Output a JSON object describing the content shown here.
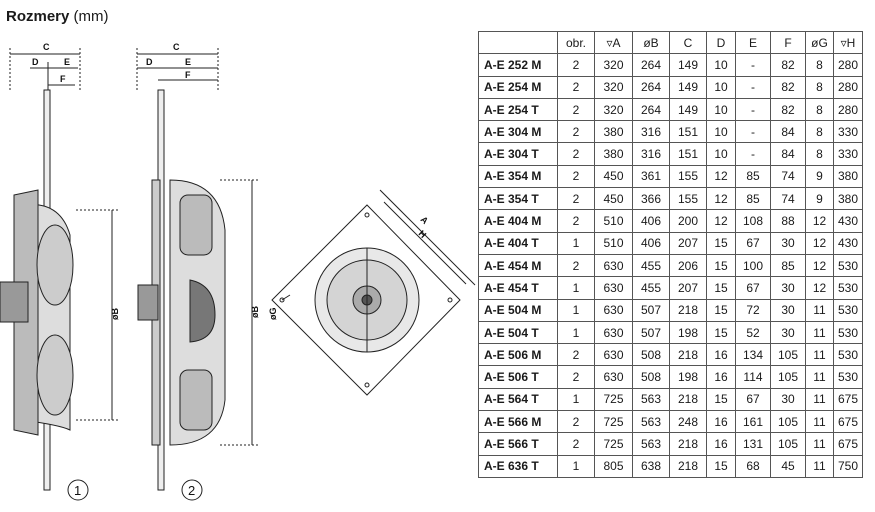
{
  "heading": {
    "bold": "Rozmery",
    "normal": "(mm)"
  },
  "drawing_labels": {
    "c": "C",
    "d": "D",
    "e": "E",
    "f": "F",
    "b": "øB",
    "g": "øG",
    "a": "A",
    "h": "H",
    "view1": "1",
    "view2": "2"
  },
  "table": {
    "headers": [
      "",
      "obr.",
      "A",
      "øB",
      "C",
      "D",
      "E",
      "F",
      "øG",
      "H"
    ],
    "rows": [
      [
        "A-E 252 M",
        "2",
        "320",
        "264",
        "149",
        "10",
        "-",
        "82",
        "8",
        "280"
      ],
      [
        "A-E 254 M",
        "2",
        "320",
        "264",
        "149",
        "10",
        "-",
        "82",
        "8",
        "280"
      ],
      [
        "A-E 254 T",
        "2",
        "320",
        "264",
        "149",
        "10",
        "-",
        "82",
        "8",
        "280"
      ],
      [
        "A-E 304 M",
        "2",
        "380",
        "316",
        "151",
        "10",
        "-",
        "84",
        "8",
        "330"
      ],
      [
        "A-E 304 T",
        "2",
        "380",
        "316",
        "151",
        "10",
        "-",
        "84",
        "8",
        "330"
      ],
      [
        "A-E 354 M",
        "2",
        "450",
        "361",
        "155",
        "12",
        "85",
        "74",
        "9",
        "380"
      ],
      [
        "A-E 354 T",
        "2",
        "450",
        "366",
        "155",
        "12",
        "85",
        "74",
        "9",
        "380"
      ],
      [
        "A-E 404 M",
        "2",
        "510",
        "406",
        "200",
        "12",
        "108",
        "88",
        "12",
        "430"
      ],
      [
        "A-E 404 T",
        "1",
        "510",
        "406",
        "207",
        "15",
        "67",
        "30",
        "12",
        "430"
      ],
      [
        "A-E 454 M",
        "2",
        "630",
        "455",
        "206",
        "15",
        "100",
        "85",
        "12",
        "530"
      ],
      [
        "A-E 454 T",
        "1",
        "630",
        "455",
        "207",
        "15",
        "67",
        "30",
        "12",
        "530"
      ],
      [
        "A-E 504 M",
        "1",
        "630",
        "507",
        "218",
        "15",
        "72",
        "30",
        "11",
        "530"
      ],
      [
        "A-E 504 T",
        "1",
        "630",
        "507",
        "198",
        "15",
        "52",
        "30",
        "11",
        "530"
      ],
      [
        "A-E 506 M",
        "2",
        "630",
        "508",
        "218",
        "16",
        "134",
        "105",
        "11",
        "530"
      ],
      [
        "A-E 506 T",
        "2",
        "630",
        "508",
        "198",
        "16",
        "114",
        "105",
        "11",
        "530"
      ],
      [
        "A-E 564 T",
        "1",
        "725",
        "563",
        "218",
        "15",
        "67",
        "30",
        "11",
        "675"
      ],
      [
        "A-E 566 M",
        "2",
        "725",
        "563",
        "248",
        "16",
        "161",
        "105",
        "11",
        "675"
      ],
      [
        "A-E 566 T",
        "2",
        "725",
        "563",
        "218",
        "16",
        "131",
        "105",
        "11",
        "675"
      ],
      [
        "A-E 636 T",
        "1",
        "805",
        "638",
        "218",
        "15",
        "68",
        "45",
        "11",
        "750"
      ]
    ]
  }
}
